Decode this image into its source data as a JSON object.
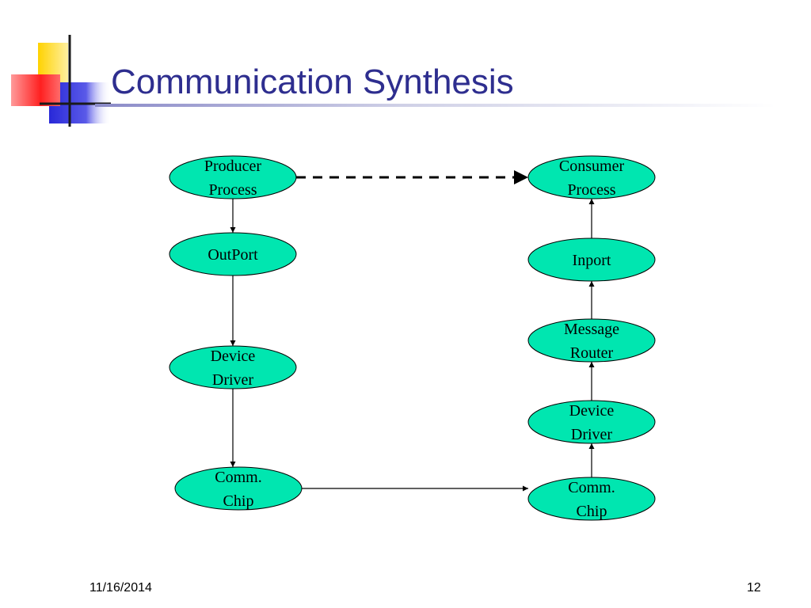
{
  "slide": {
    "title": "Communication Synthesis",
    "date": "11/16/2014",
    "page_number": "12"
  },
  "colors": {
    "node_fill": "#00e6b0",
    "title_text": "#2e2e8f"
  },
  "diagram": {
    "nodes": [
      {
        "id": "producer",
        "lines": [
          "Producer",
          "Process"
        ]
      },
      {
        "id": "outport",
        "lines": [
          "OutPort"
        ]
      },
      {
        "id": "device-driver-left",
        "lines": [
          "Device",
          "Driver"
        ]
      },
      {
        "id": "comm-chip-left",
        "lines": [
          "Comm.",
          "Chip"
        ]
      },
      {
        "id": "consumer",
        "lines": [
          "Consumer",
          "Process"
        ]
      },
      {
        "id": "inport",
        "lines": [
          "Inport"
        ]
      },
      {
        "id": "message-router",
        "lines": [
          "Message",
          "Router"
        ]
      },
      {
        "id": "device-driver-right",
        "lines": [
          "Device",
          "Driver"
        ]
      },
      {
        "id": "comm-chip-right",
        "lines": [
          "Comm.",
          "Chip"
        ]
      }
    ],
    "edges": [
      {
        "from": "producer",
        "to": "outport",
        "style": "solid"
      },
      {
        "from": "outport",
        "to": "device-driver-left",
        "style": "solid"
      },
      {
        "from": "device-driver-left",
        "to": "comm-chip-left",
        "style": "solid"
      },
      {
        "from": "comm-chip-left",
        "to": "comm-chip-right",
        "style": "solid"
      },
      {
        "from": "comm-chip-right",
        "to": "device-driver-right",
        "style": "solid"
      },
      {
        "from": "device-driver-right",
        "to": "message-router",
        "style": "solid"
      },
      {
        "from": "message-router",
        "to": "inport",
        "style": "solid"
      },
      {
        "from": "inport",
        "to": "consumer",
        "style": "solid"
      },
      {
        "from": "producer",
        "to": "consumer",
        "style": "dashed"
      }
    ]
  }
}
